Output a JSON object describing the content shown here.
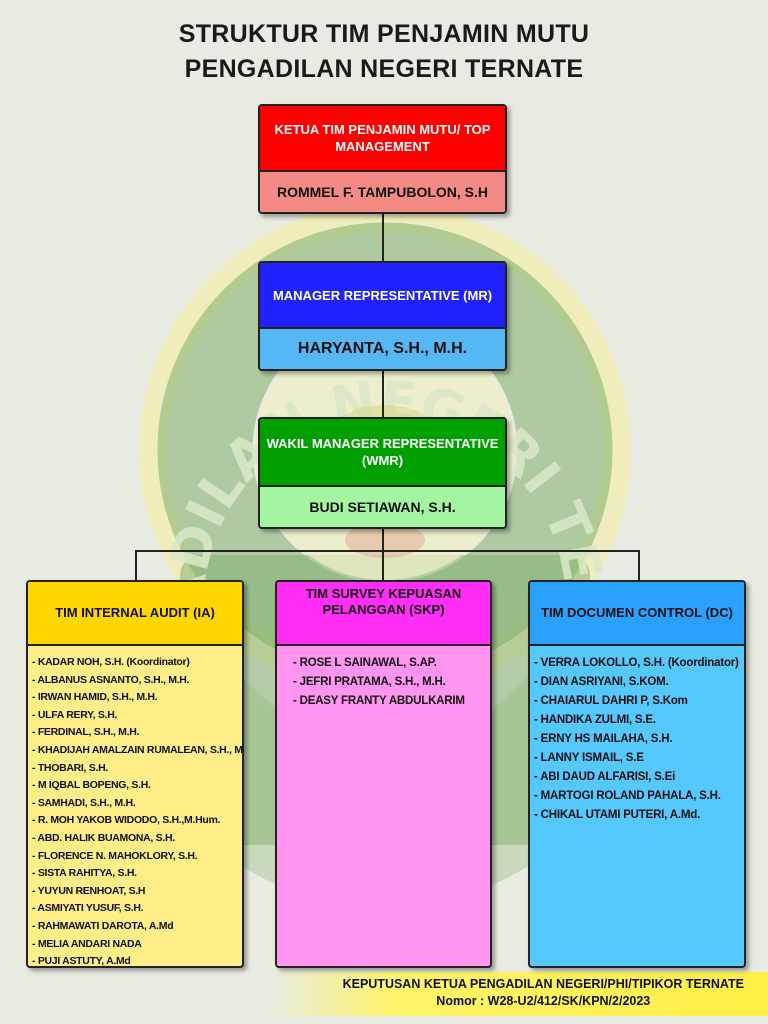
{
  "title": {
    "line1": "STRUKTUR TIM PENJAMIN MUTU",
    "line2": "PENGADILAN NEGERI TERNATE"
  },
  "watermark_text": "PENGADILAN NEGERI TERNATE",
  "colors": {
    "red": "#ff0000",
    "red_light": "#f48a84",
    "blue": "#2121ff",
    "blue_light": "#55b8f5",
    "green": "#00a000",
    "green_light": "#a4f5a0",
    "yellow_head": "#ffd700",
    "yellow_body": "#ffee88",
    "magenta": "#ff2df5",
    "pink": "#ff95f0",
    "cyan_head": "#2aa0ff",
    "cyan_body": "#55c8ff"
  },
  "levels": {
    "ketua": {
      "role": "KETUA TIM PENJAMIN MUTU/ TOP MANAGEMENT",
      "name": "ROMMEL F. TAMPUBOLON, S.H"
    },
    "mr": {
      "role": "MANAGER REPRESENTATIVE (MR)",
      "name": "HARYANTA, S.H., M.H."
    },
    "wmr": {
      "role": "WAKIL MANAGER REPRESENTATIVE (WMR)",
      "name": "BUDI SETIAWAN, S.H."
    }
  },
  "teams": {
    "ia": {
      "title": "TIM INTERNAL AUDIT (IA)",
      "members": [
        "- KADAR NOH, S.H. (Koordinator)",
        "- ALBANUS ASNANTO, S.H., M.H.",
        "- IRWAN HAMID, S.H., M.H.",
        "- ULFA RERY, S.H.",
        "- FERDINAL, S.H., M.H.",
        "- KHADIJAH AMALZAIN RUMALEAN, S.H., M.H.",
        "- THOBARI, S.H.",
        "- M IQBAL BOPENG, S.H.",
        "- SAMHADI, S.H., M.H.",
        "- R. MOH YAKOB WIDODO, S.H.,M.Hum.",
        "- ABD. HALIK BUAMONA, S.H.",
        "- FLORENCE N. MAHOKLORY, S.H.",
        "- SISTA RAHITYA, S.H.",
        "- YUYUN RENHOAT, S.H",
        "- ASMIYATI YUSUF, S.H.",
        "- RAHMAWATI DAROTA, A.Md",
        "- MELIA ANDARI NADA",
        "- PUJI ASTUTY, A.Md"
      ]
    },
    "skp": {
      "title": "TIM SURVEY KEPUASAN PELANGGAN (SKP)",
      "members": [
        "- ROSE L SAINAWAL, S.AP.",
        "- JEFRI PRATAMA, S.H., M.H.",
        "- DEASY FRANTY ABDULKARIM"
      ]
    },
    "dc": {
      "title": "TIM DOCUMEN CONTROL (DC)",
      "members": [
        "- VERRA LOKOLLO, S.H. (Koordinator)",
        "- DIAN ASRIYANI, S.KOM.",
        "- CHAIARUL DAHRI P, S.Kom",
        "- HANDIKA ZULMI, S.E.",
        "- ERNY HS MAILAHA, S.H.",
        "- LANNY ISMAIL, S.E",
        "- ABI DAUD ALFARISI, S.Ei",
        "- MARTOGI ROLAND PAHALA, S.H.",
        "- CHIKAL UTAMI PUTERI, A.Md."
      ]
    }
  },
  "footer": {
    "line1": "KEPUTUSAN KETUA PENGADILAN NEGERI/PHI/TIPIKOR TERNATE",
    "line2": "Nomor : W28-U2/412/SK/KPN/2/2023"
  }
}
